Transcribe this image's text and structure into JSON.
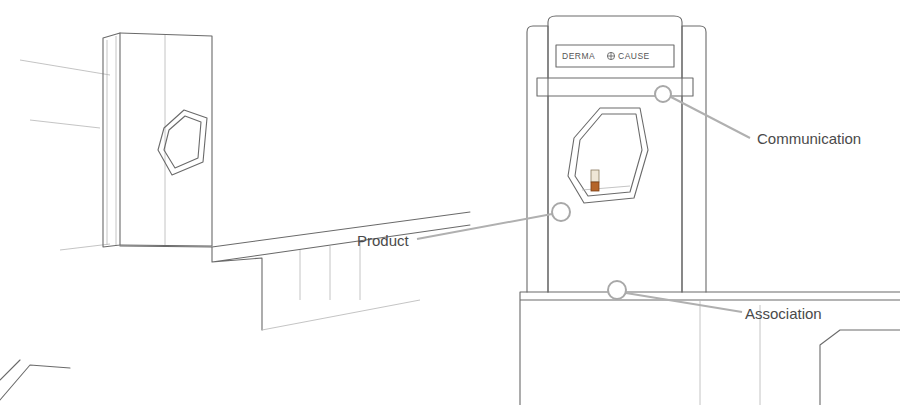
{
  "diagram": {
    "labels": [
      "DERMA",
      "CAUSE",
      "Communication",
      "Product",
      "Association"
    ]
  }
}
